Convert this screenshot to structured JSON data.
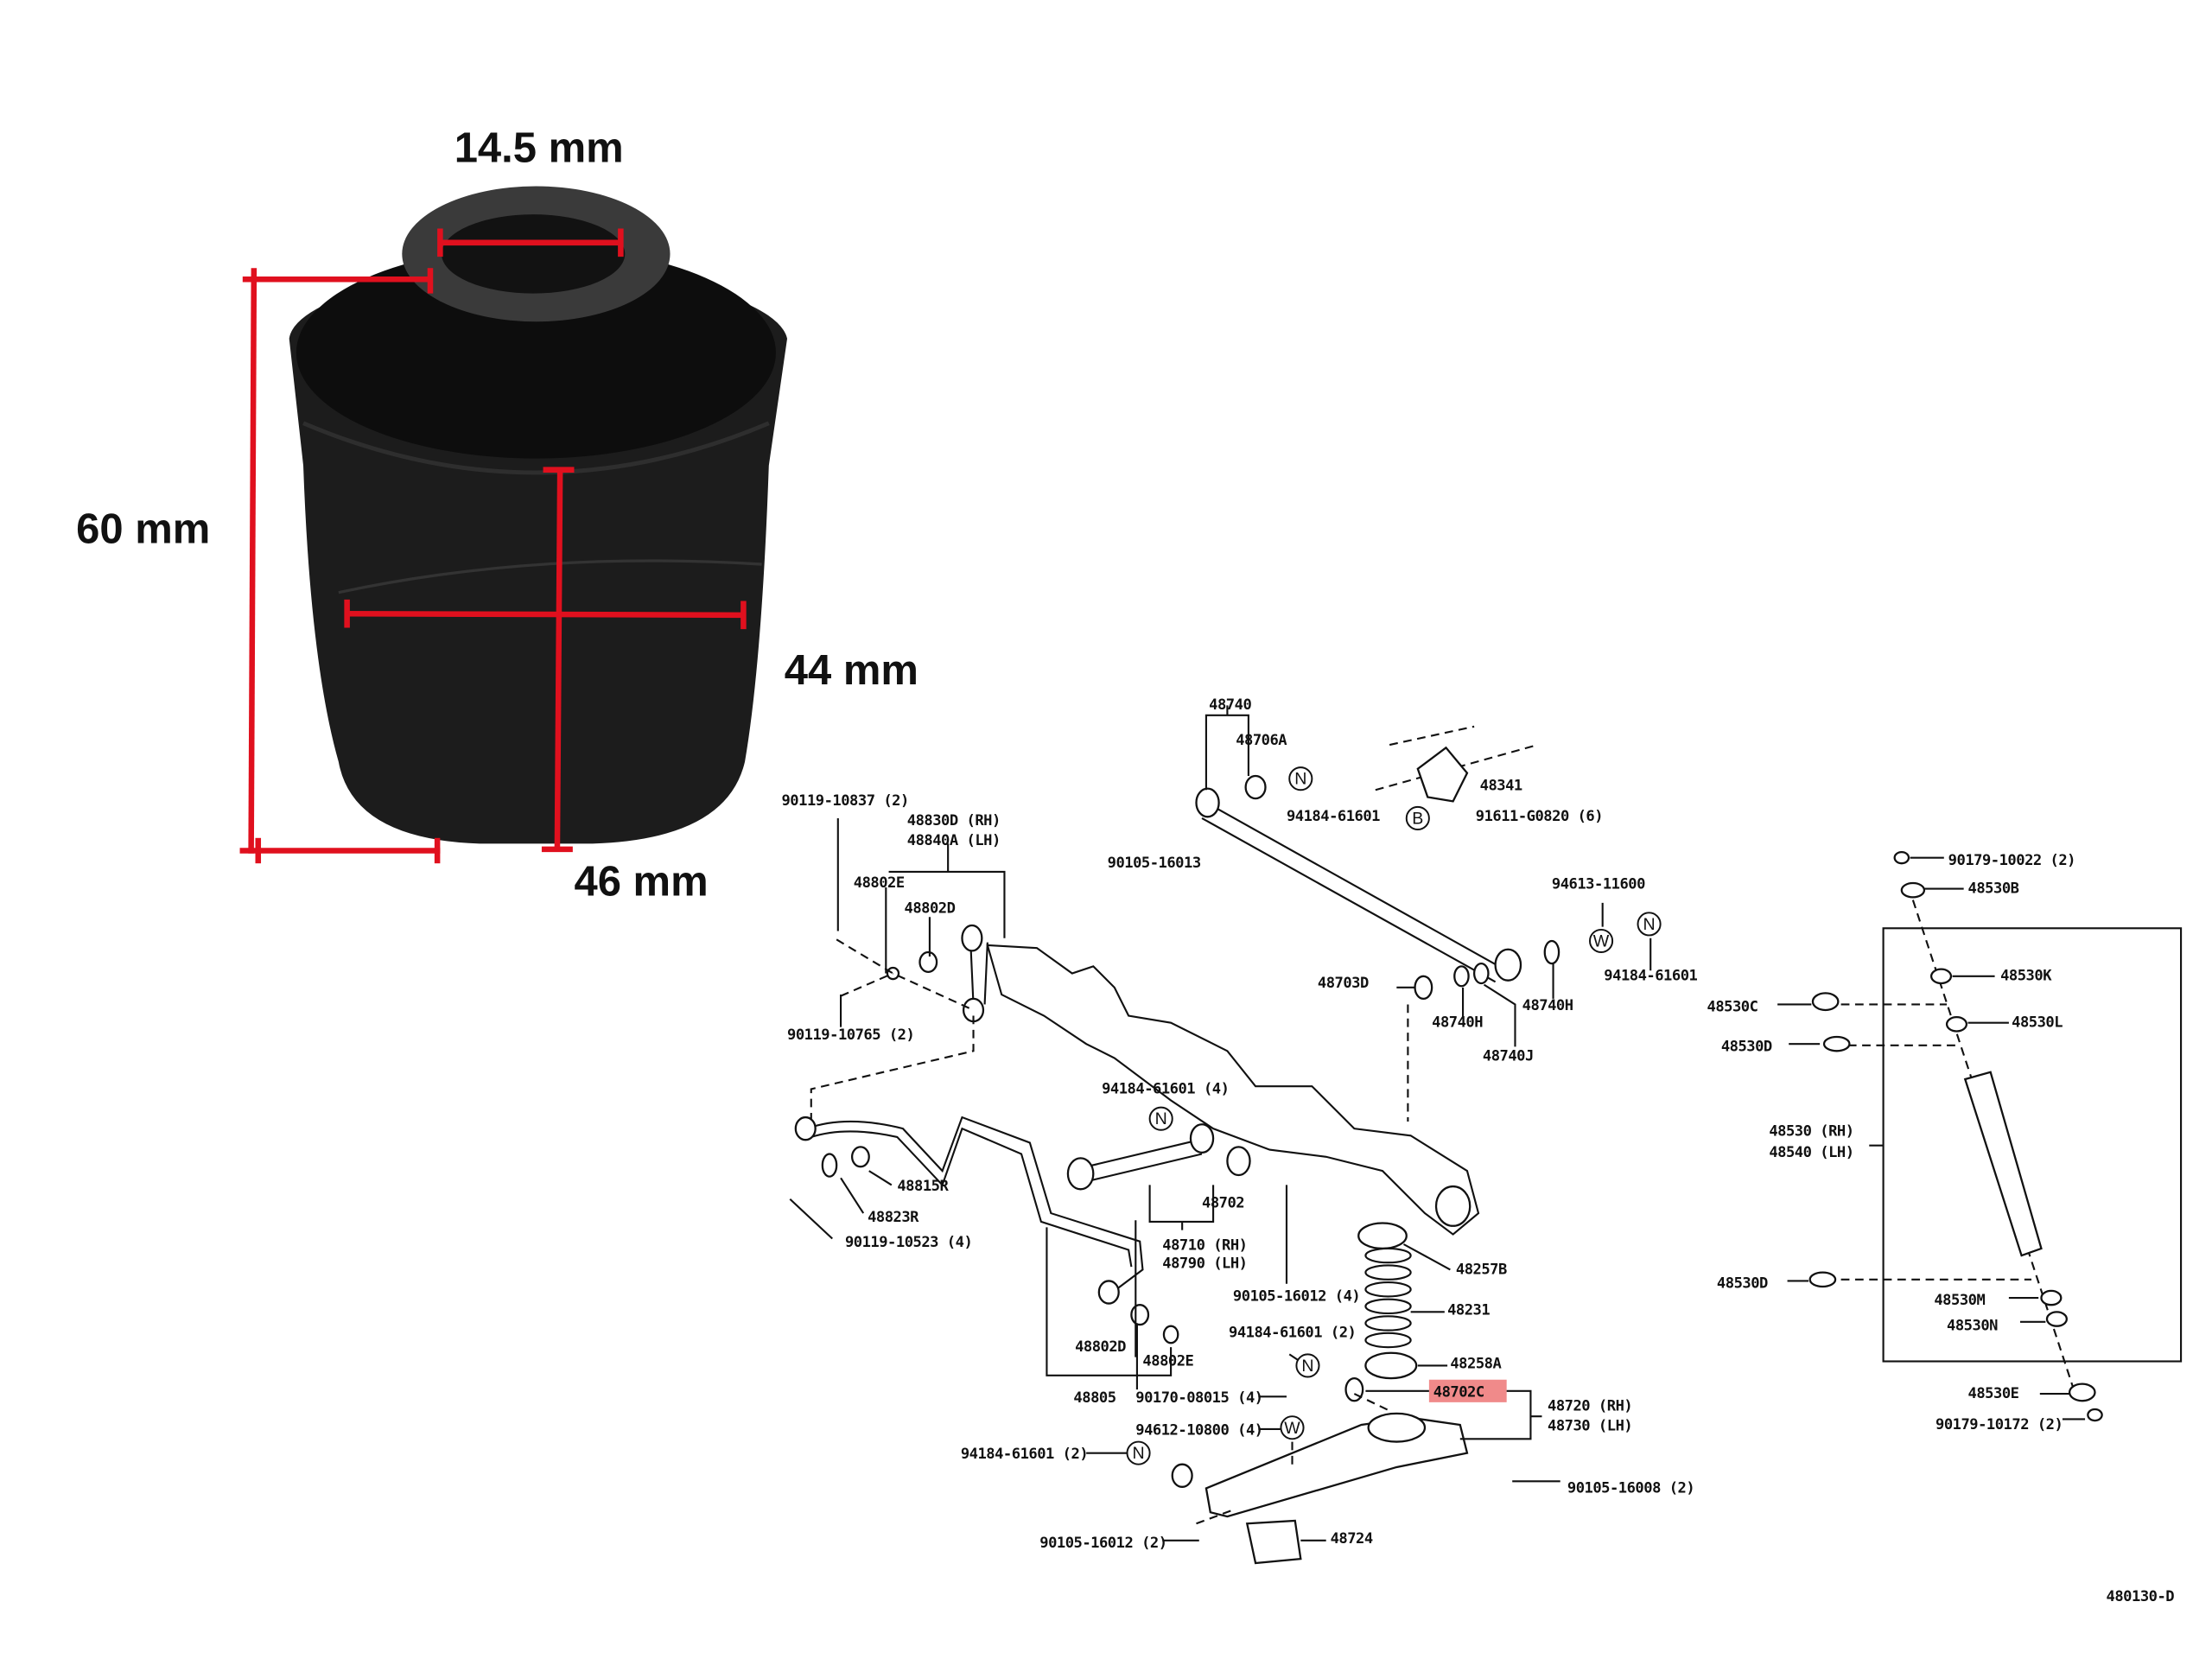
{
  "dimensions": {
    "inner_diameter": "14.5 mm",
    "height": "60 mm",
    "outer_diameter": "44 mm",
    "flange_diameter": "46 mm"
  },
  "colors": {
    "dimension_lines": "#e0101e",
    "highlight": "#f08a8a",
    "bushing": "#1a1a1a"
  },
  "highlighted_part": "48702C",
  "diagram_id": "480130-D",
  "part_labels": [
    "48740",
    "48706A",
    "48341",
    "94184-61601",
    "91611-G0820 (6)",
    "90119-10837 (2)",
    "48830D (RH)",
    "48840A (LH)",
    "90105-16013",
    "48802E",
    "48802D",
    "94613-11600",
    "94184-61601",
    "48703D",
    "48740H",
    "48740H",
    "48740J",
    "90119-10765 (2)",
    "94184-61601 (4)",
    "48815R",
    "48823R",
    "90119-10523 (4)",
    "48702",
    "48710 (RH)",
    "48790 (LH)",
    "48257B",
    "90105-16012 (4)",
    "48231",
    "94184-61601 (2)",
    "48802D",
    "48802E",
    "48258A",
    "48720 (RH)",
    "48730 (LH)",
    "48805",
    "90170-08015 (4)",
    "94612-10800 (4)",
    "94184-61601 (2)",
    "90105-16008 (2)",
    "48724",
    "90105-16012 (2)",
    "90179-10022 (2)",
    "48530B",
    "48530K",
    "48530C",
    "48530L",
    "48530D",
    "48530 (RH)",
    "48540 (LH)",
    "48530D",
    "48530M",
    "48530N",
    "48530E",
    "90179-10172 (2)"
  ],
  "symbol_labels": [
    "N",
    "B",
    "W",
    "N",
    "N",
    "N",
    "W",
    "N"
  ]
}
